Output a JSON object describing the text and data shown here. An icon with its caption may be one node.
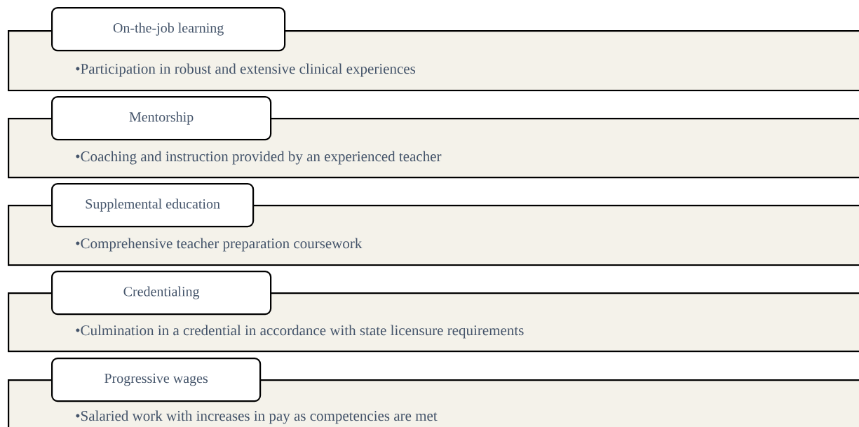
{
  "diagram": {
    "nodes": [
      {
        "text": [
          "On-the-job learning"
        ]
      },
      {
        "text": [
          "•Participation in robust and extensive clinical experiences"
        ]
      },
      {
        "text": [
          "Mentorship"
        ]
      },
      {
        "text": [
          "•Coaching and instruction provided by an experienced teacher"
        ]
      },
      {
        "text": [
          "Supplemental education"
        ]
      },
      {
        "text": [
          "•Comprehensive teacher preparation coursework"
        ]
      },
      {
        "text": [
          "Credentialing"
        ]
      },
      {
        "text": [
          "•Culmination in a credential in accordance with state licensure requirements"
        ]
      },
      {
        "text": [
          "Progressive wages"
        ]
      },
      {
        "text": [
          "•Salaried work with increases in pay as competencies are met"
        ]
      }
    ]
  }
}
